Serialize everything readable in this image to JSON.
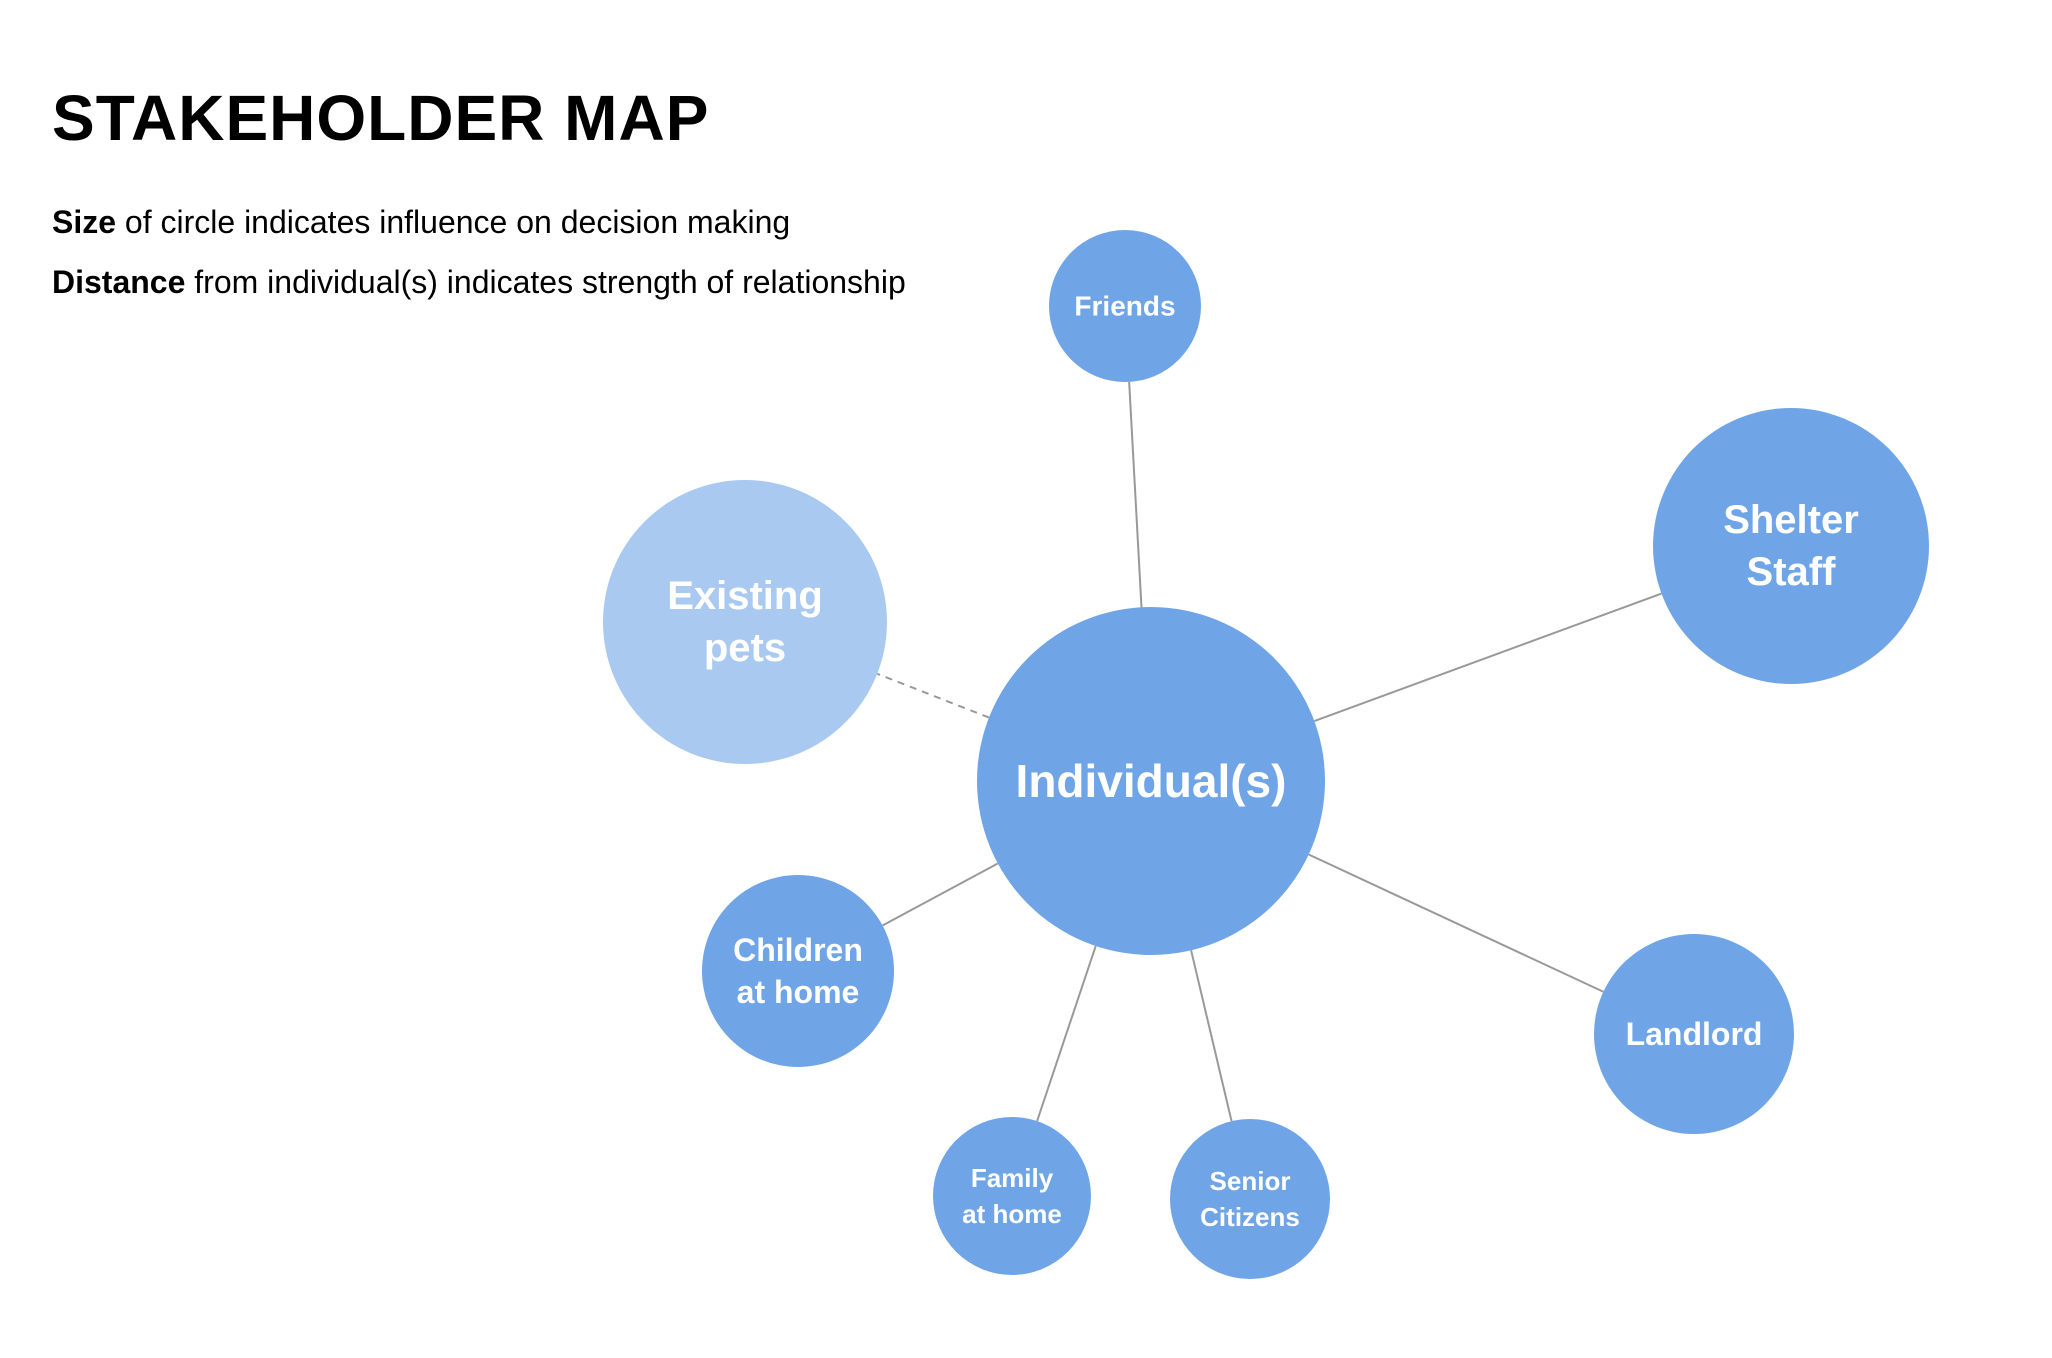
{
  "title": "STAKEHOLDER MAP",
  "legend": [
    {
      "key": "Size",
      "text": " of circle indicates influence on decision making"
    },
    {
      "key": "Distance",
      "text": " from individual(s) indicates strength of relationship"
    }
  ],
  "colors": {
    "node": "#6FA5E6",
    "node_light": "#A9C9F0",
    "edge": "#999999",
    "label": "#ffffff"
  },
  "diagram": {
    "center": {
      "label_lines": [
        "Individual(s)"
      ]
    },
    "nodes": [
      {
        "id": "friends",
        "label_lines": [
          "Friends"
        ],
        "connection": "solid"
      },
      {
        "id": "shelter-staff",
        "label_lines": [
          "Shelter",
          "Staff"
        ],
        "connection": "solid"
      },
      {
        "id": "existing-pets",
        "label_lines": [
          "Existing",
          "pets"
        ],
        "connection": "dashed",
        "light": true
      },
      {
        "id": "children-at-home",
        "label_lines": [
          "Children",
          "at home"
        ],
        "connection": "solid"
      },
      {
        "id": "family-at-home",
        "label_lines": [
          "Family",
          "at home"
        ],
        "connection": "solid"
      },
      {
        "id": "senior-citizens",
        "label_lines": [
          "Senior",
          "Citizens"
        ],
        "connection": "solid"
      },
      {
        "id": "landlord",
        "label_lines": [
          "Landlord"
        ],
        "connection": "solid"
      }
    ]
  }
}
